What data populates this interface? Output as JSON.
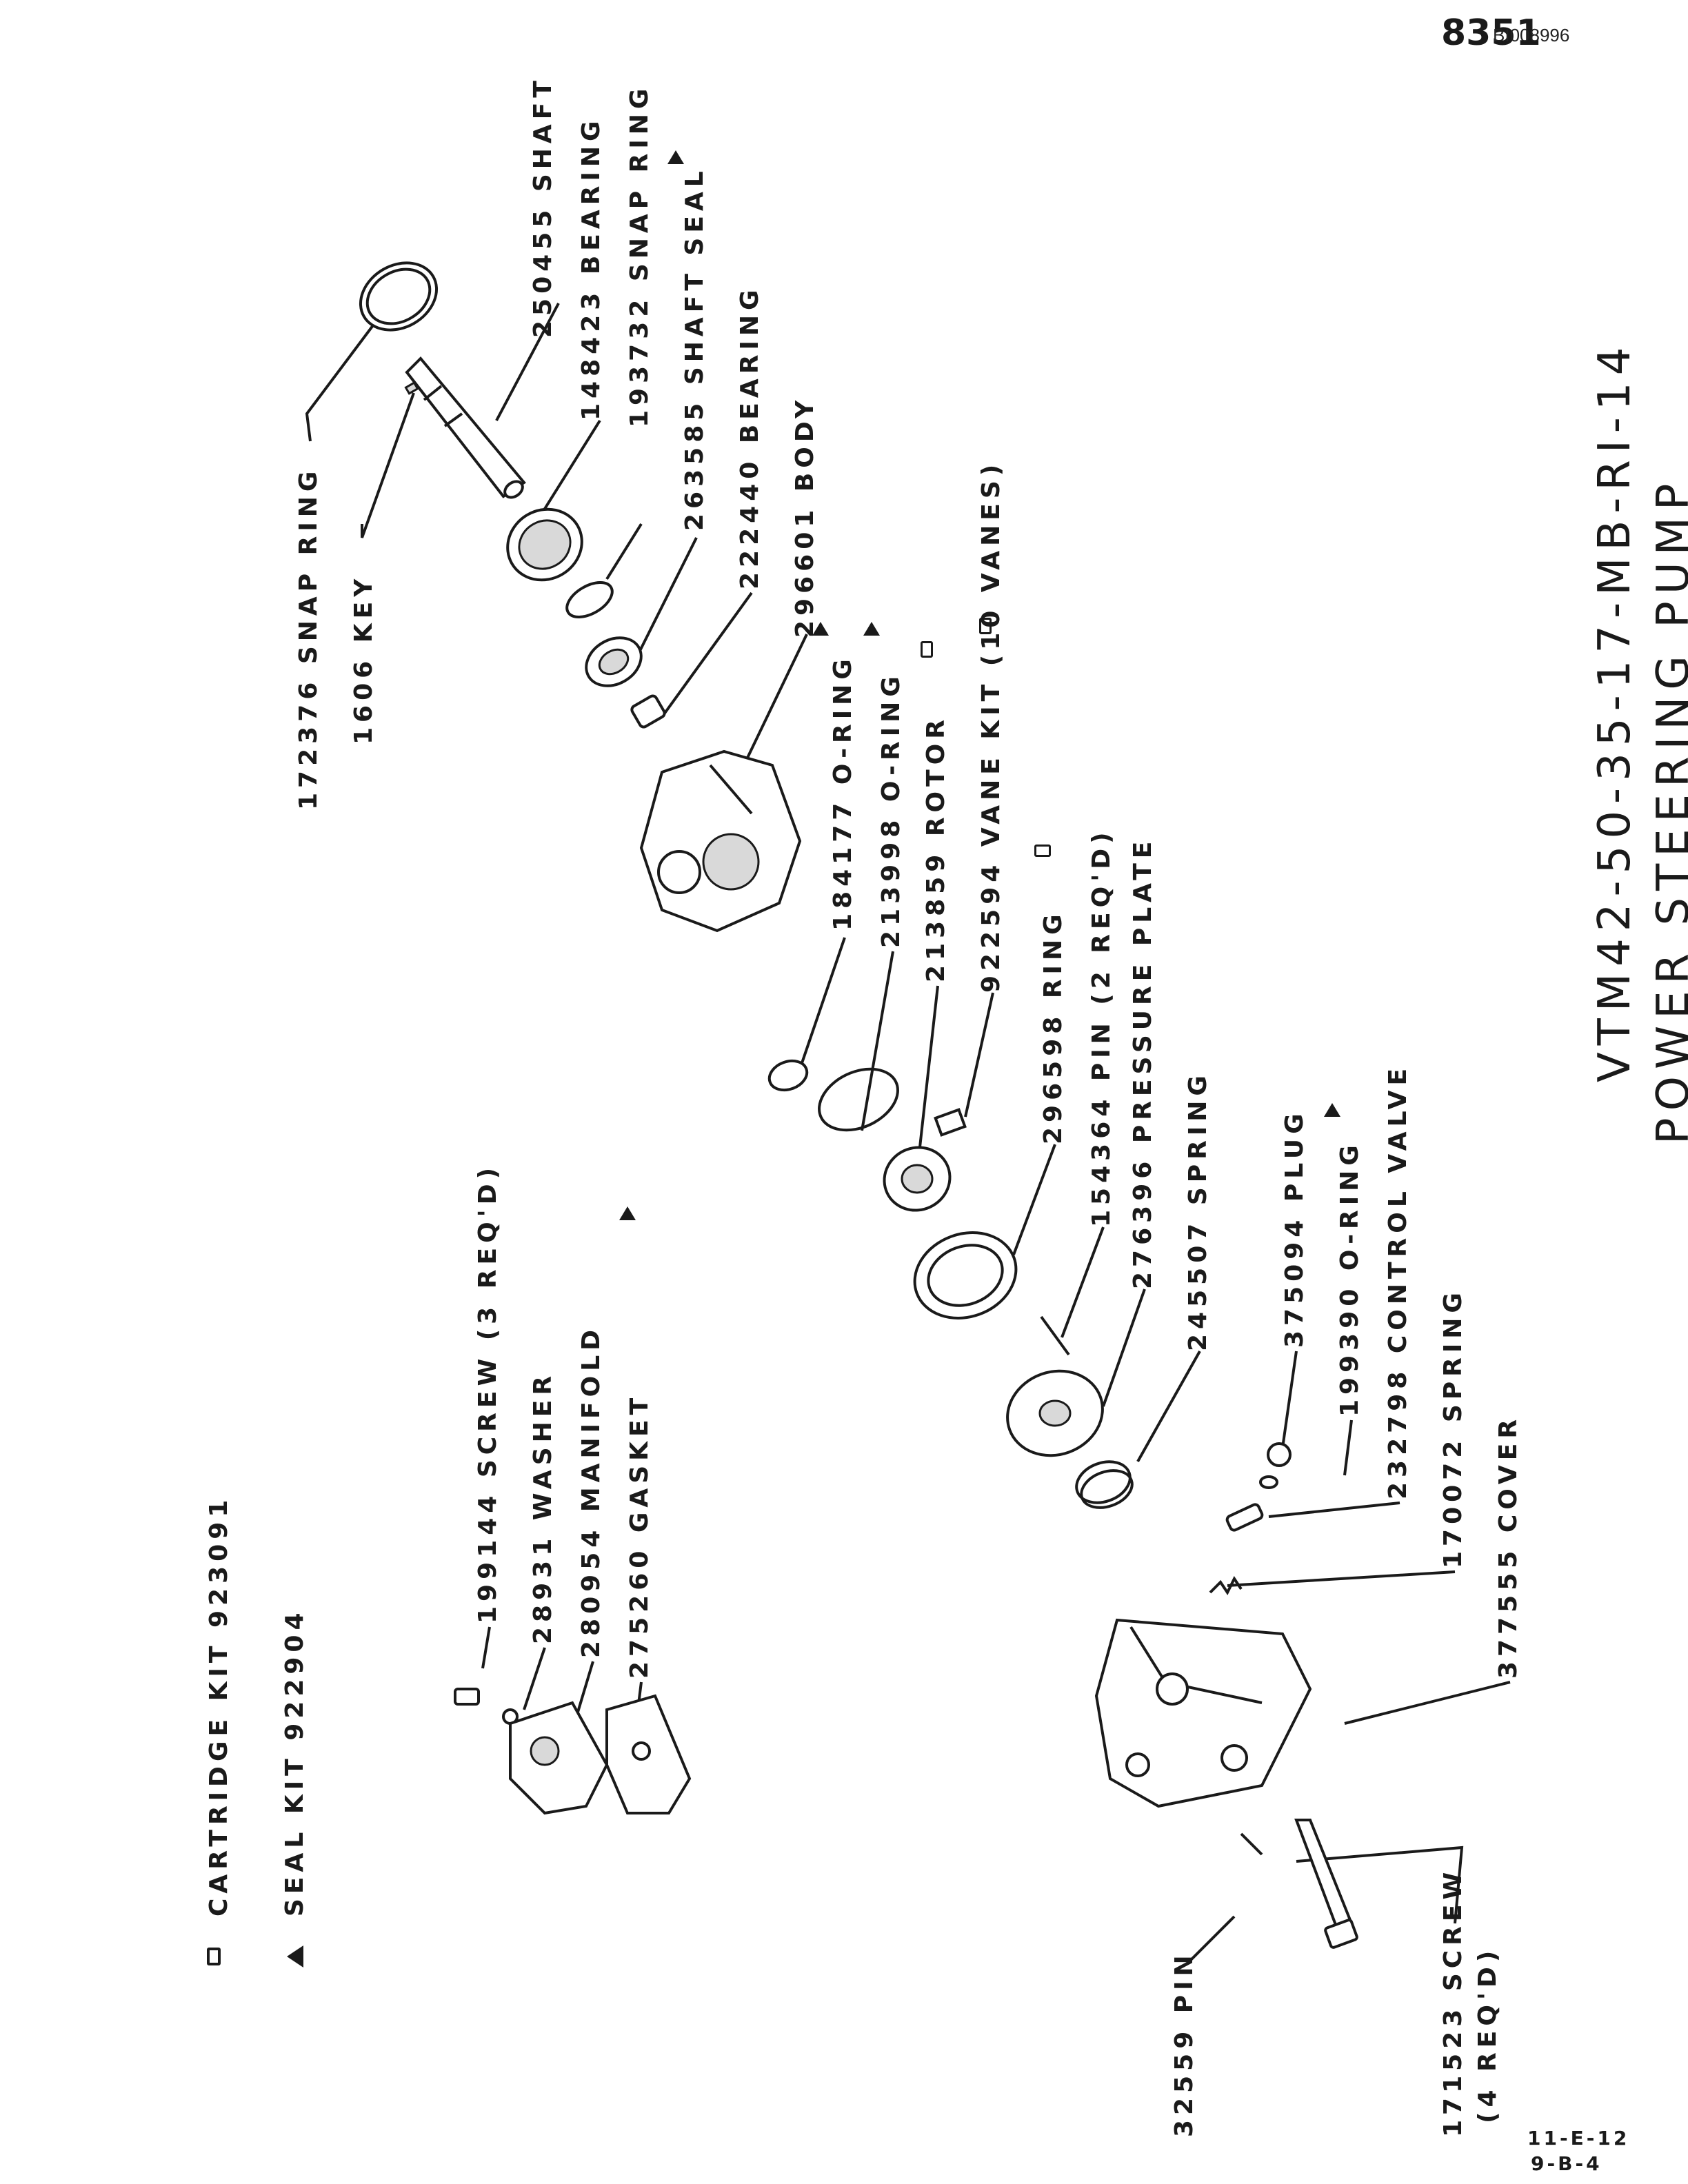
{
  "header": {
    "sheet_number": "8351",
    "document_id": "BI008996"
  },
  "title": {
    "line1": "VTM42-50-35-17-MB-RI-14",
    "line2": "POWER STEERING PUMP"
  },
  "legend": [
    {
      "symbol": "square-icon",
      "text": "CARTRIDGE KIT 923091"
    },
    {
      "symbol": "triangle-icon",
      "text": "SEAL KIT 922904"
    }
  ],
  "parts": {
    "p172376": "172376 SNAP RING",
    "p1606": "1606 KEY",
    "p250455": "250455 SHAFT",
    "p148423": "148423 BEARING",
    "p193732": "193732 SNAP RING",
    "p263585": "263585 SHAFT SEAL",
    "p222440": "222440 BEARING",
    "p296601": "296601 BODY",
    "p184177": "184177 O-RING",
    "p213998": "213998 O-RING",
    "p213859": "213859 ROTOR",
    "p922594": "922594 VANE KIT (10 VANES)",
    "p296598": "296598 RING",
    "p154364": "154364 PIN (2 REQ'D)",
    "p276396": "276396 PRESSURE PLATE",
    "p245507": "245507 SPRING",
    "p375094": "375094 PLUG",
    "p199390": "199390 O-RING",
    "p232798": "232798 CONTROL VALVE",
    "p170072": "170072 SPRING",
    "p377555": "377555 COVER",
    "p199144": "199144 SCREW (3 REQ'D)",
    "p28931": "28931 WASHER",
    "p280954": "280954 MANIFOLD",
    "p275260": "275260 GASKET",
    "p32559": "32559 PIN",
    "p171523a": "171523 SCREW",
    "p171523b": "(4 REQ'D)"
  },
  "footer": {
    "line1": "11-E-12",
    "line2": "9-B-4"
  }
}
